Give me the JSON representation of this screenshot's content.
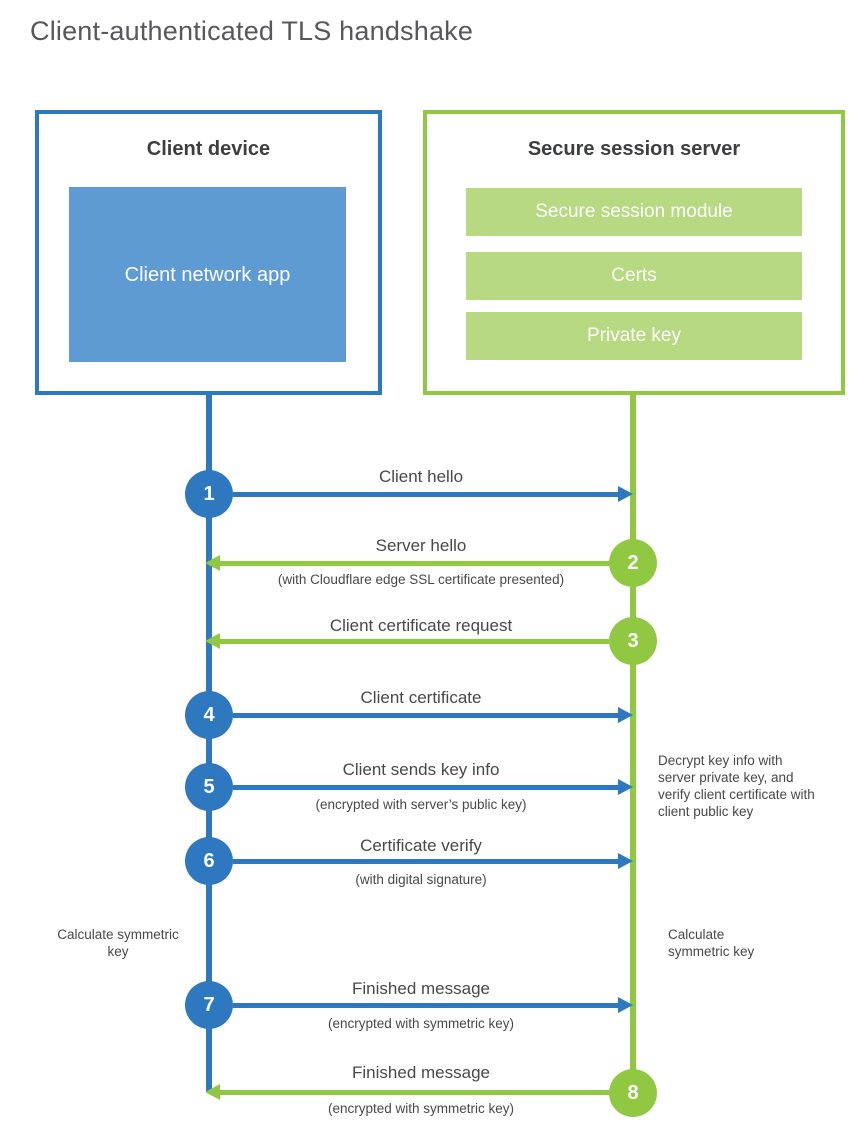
{
  "title": "Client-authenticated TLS handshake",
  "colors": {
    "blue_line": "#2e78bf",
    "blue_fill": "#5e9bd3",
    "green_line": "#90c842",
    "green_fill": "#b6d981",
    "heading_text": "#3d3e40",
    "label_text": "#474849"
  },
  "client": {
    "title": "Client device",
    "app_label": "Client network app"
  },
  "server": {
    "title": "Secure session server",
    "modules": [
      "Secure session module",
      "Certs",
      "Private key"
    ]
  },
  "steps": [
    {
      "num": "1",
      "label": "Client hello",
      "sublabel": "",
      "direction": "right",
      "color": "blue"
    },
    {
      "num": "2",
      "label": "Server hello",
      "sublabel": "(with Cloudflare edge SSL certificate presented)",
      "direction": "left",
      "color": "green"
    },
    {
      "num": "3",
      "label": "Client certificate request",
      "sublabel": "",
      "direction": "left",
      "color": "green"
    },
    {
      "num": "4",
      "label": "Client certificate",
      "sublabel": "",
      "direction": "right",
      "color": "blue"
    },
    {
      "num": "5",
      "label": "Client sends key info",
      "sublabel": "(encrypted with server’s public key)",
      "direction": "right",
      "color": "blue"
    },
    {
      "num": "6",
      "label": "Certificate verify",
      "sublabel": "(with digital signature)",
      "direction": "right",
      "color": "blue"
    },
    {
      "num": "7",
      "label": "Finished message",
      "sublabel": "(encrypted with symmetric key)",
      "direction": "right",
      "color": "blue"
    },
    {
      "num": "8",
      "label": "Finished message",
      "sublabel": "(encrypted with symmetric key)",
      "direction": "left",
      "color": "green"
    }
  ],
  "notes": {
    "decrypt": "Decrypt key info with server private key, and verify client certificate with client public key",
    "calc_left": "Calculate symmetric key",
    "calc_right": "Calculate symmetric key"
  }
}
